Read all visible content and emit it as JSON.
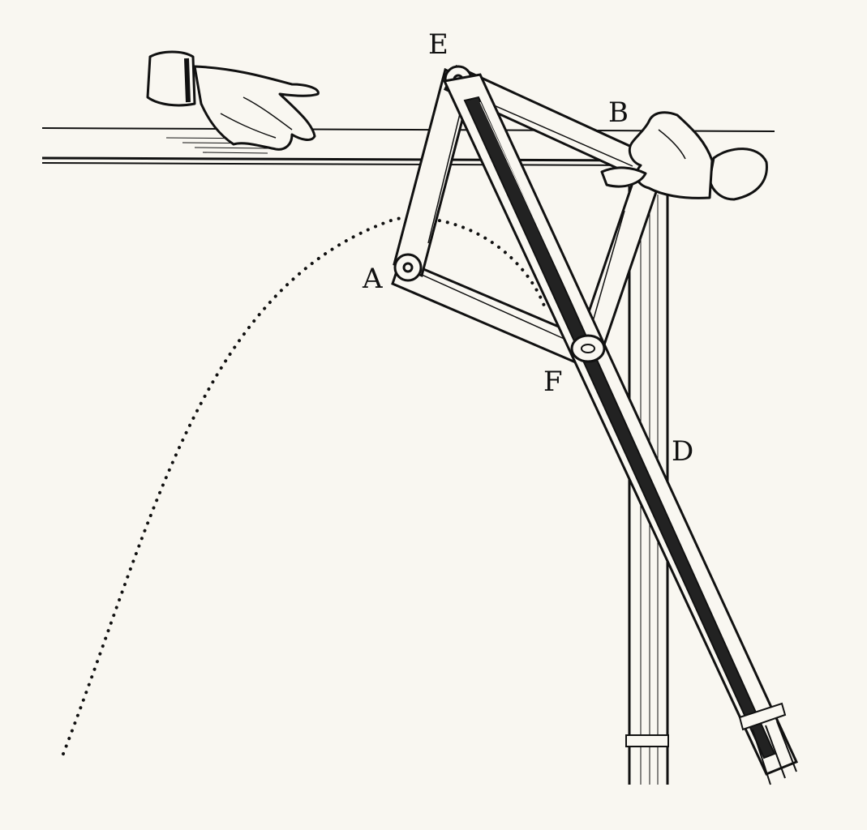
{
  "figure": {
    "ink": "#111111",
    "paper": "#f9f7f1",
    "labels": {
      "E": "E",
      "B": "B",
      "A": "A",
      "F": "F",
      "D": "D"
    },
    "elements": [
      "horizontal-rail",
      "vertical-post",
      "linkage-triangle",
      "long-slotted-bar",
      "dotted-curve",
      "pointing-hand",
      "gripping-hand"
    ]
  }
}
